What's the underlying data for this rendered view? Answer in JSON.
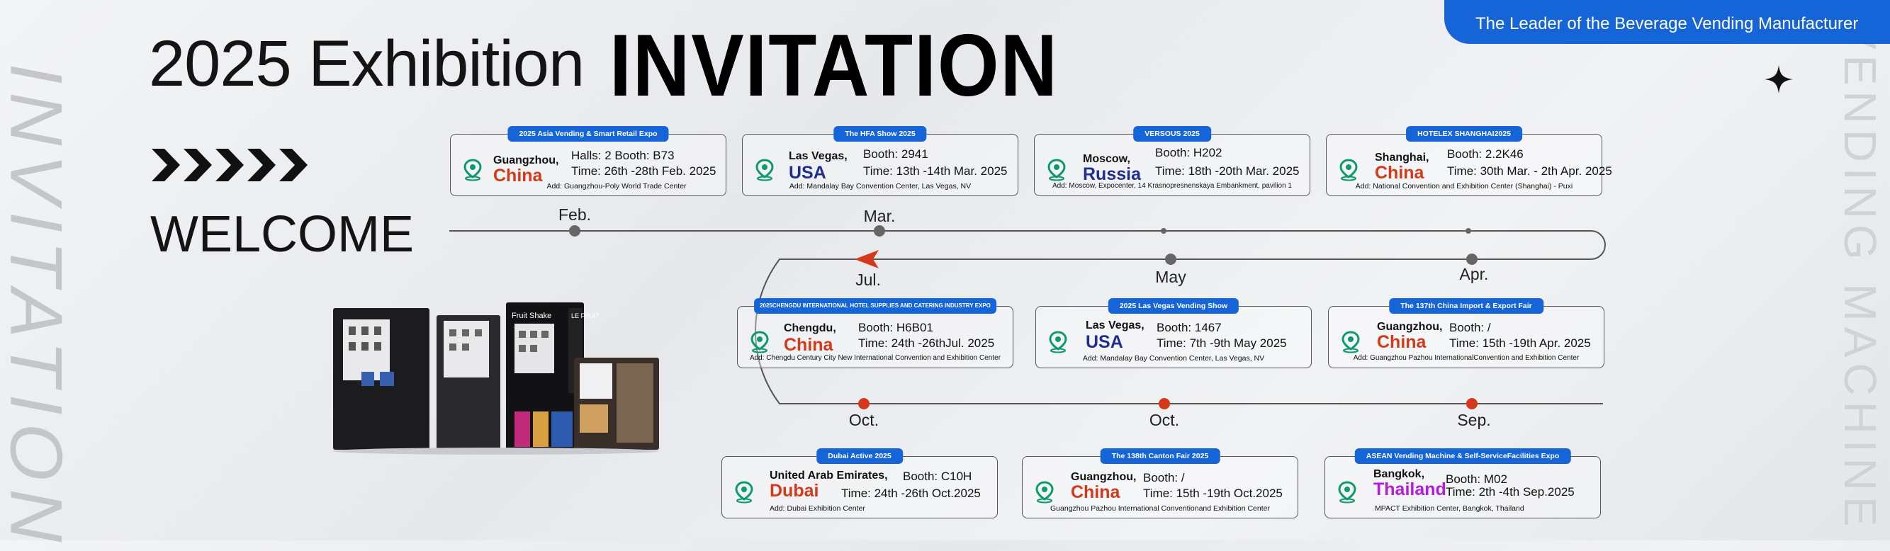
{
  "header": {
    "title_light": "2025 Exhibition",
    "title_bold": "INVITATION",
    "welcome": "WELCOME",
    "banner": "The Leader of the Beverage Vending Manufacturer"
  },
  "decor": {
    "left_vertical": "INVITATION",
    "right_vertical": "VENDING MACHINE"
  },
  "colors": {
    "accent": "#1565d8",
    "china": "#d43a1a",
    "usa": "#1f2e8f",
    "thailand": "#b51cd9",
    "marker": "#d43a1a"
  },
  "months": [
    "Feb.",
    "Mar.",
    "May",
    "Apr.",
    "Jul.",
    "Oct.",
    "Oct.",
    "Sep."
  ],
  "events": [
    {
      "name": "2025 Asia Vending & Smart Retail Expo",
      "city": "Guangzhou,",
      "country": "China",
      "country_color": "#d43a1a",
      "booth": "Halls: 2   Booth: B73",
      "time": "Time: 26th -28th Feb. 2025",
      "address": "Add: Guangzhou-Poly World Trade Center"
    },
    {
      "name": "The HFA Show 2025",
      "city": "Las Vegas,",
      "country": "USA",
      "country_color": "#1f2e8f",
      "booth": "Booth: 2941",
      "time": "Time: 13th -14th Mar. 2025",
      "address": "Add: Mandalay Bay Convention Center, Las Vegas, NV"
    },
    {
      "name": "VERSOUS 2025",
      "city": "Moscow,",
      "country": "Russia",
      "country_color": "#1f2e8f",
      "booth": "Booth: H202",
      "time": "Time: 18th -20th Mar. 2025",
      "address": "Add: Moscow, Expocenter, 14 Krasnopresnenskaya Embankment, pavilion 1"
    },
    {
      "name": "HOTELEX SHANGHAI2025",
      "city": "Shanghai,",
      "country": "China",
      "country_color": "#d43a1a",
      "booth": "Booth: 2.2K46",
      "time": "Time: 30th Mar. - 2th Apr. 2025",
      "address": "Add: National Convention and Exhibition Center (Shanghai) - Puxi"
    },
    {
      "name": "2025CHENGDU INTERNATIONAL HOTEL SUPPLIES AND CATERING INDUSTRY EXPO",
      "city": "Chengdu,",
      "country": "China",
      "country_color": "#d43a1a",
      "booth": "Booth: H6B01",
      "time": "Time: 24th -26thJul. 2025",
      "address": "Add: Chengdu Century City New International Convention and Exhibition Center"
    },
    {
      "name": "2025 Las Vegas Vending Show",
      "city": "Las Vegas,",
      "country": "USA",
      "country_color": "#1f2e8f",
      "booth": "Booth: 1467",
      "time": "Time: 7th -9th May 2025",
      "address": "Add: Mandalay Bay Convention Center, Las Vegas, NV"
    },
    {
      "name": "The 137th China Import & Export Fair",
      "city": "Guangzhou,",
      "country": "China",
      "country_color": "#d43a1a",
      "booth": "Booth: /",
      "time": "Time: 15th -19th Apr. 2025",
      "address": "Add: Guangzhou Pazhou InternationalConvention and Exhibition Center"
    },
    {
      "name": "Dubai Active 2025",
      "city": "United Arab Emirates,",
      "country": "Dubai",
      "country_color": "#d43a1a",
      "booth": "Booth: C10H",
      "time": "Time: 24th -26th Oct.2025",
      "address": "Add: Dubai Exhibition Center"
    },
    {
      "name": "The 138th Canton Fair 2025",
      "city": "Guangzhou,",
      "country": "China",
      "country_color": "#d43a1a",
      "booth": "Booth: /",
      "time": "Time: 15th -19th Oct.2025",
      "address": "Guangzhou Pazhou International Conventionand Exhibition Center"
    },
    {
      "name": "ASEAN Vending Machine & Self-ServiceFacilities Expo",
      "city": "Bangkok,",
      "country": "Thailand",
      "country_color": "#b51cd9",
      "booth": "Booth: M02",
      "time": "Time: 2th -4th Sep.2025",
      "address": "MPACT Exhibition Center, Bangkok, Thailand"
    }
  ],
  "icons": {
    "location": "location-pin-icon",
    "chevrons": "chevron-right-icon",
    "sparkle": "sparkle-star-icon",
    "arrow": "timeline-arrow-icon"
  },
  "product_screens": [
    "Fruit Shake",
    "LE FRUIT"
  ]
}
